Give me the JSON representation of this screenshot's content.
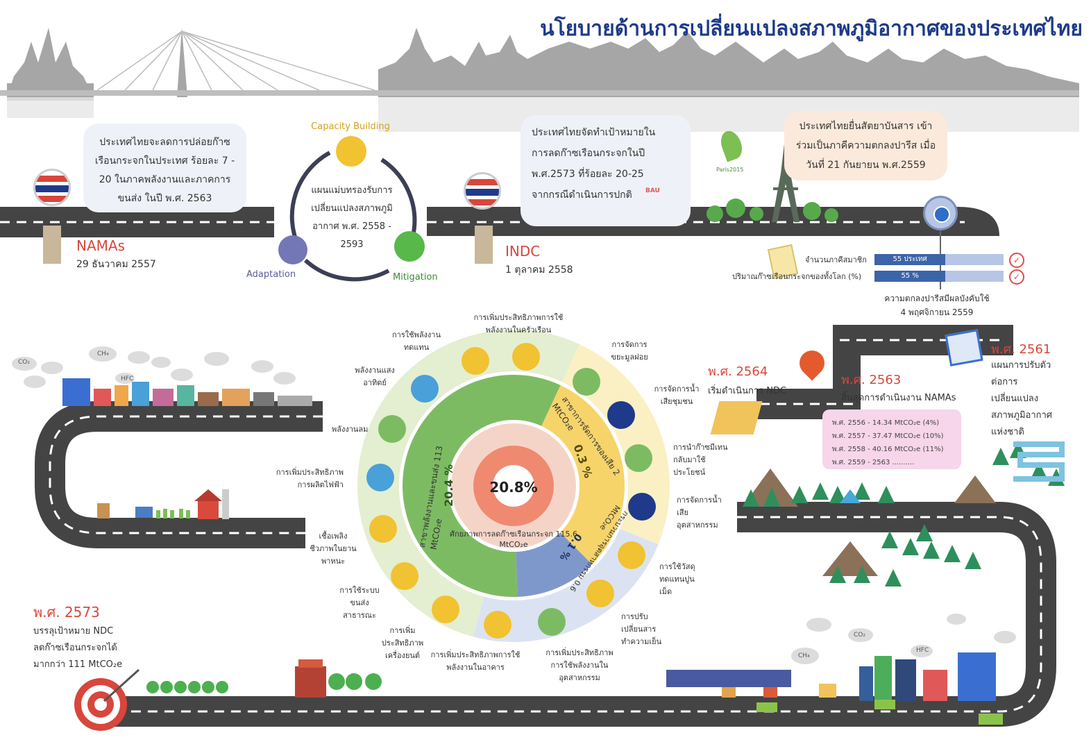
{
  "title": "นโยบายด้านการเปลี่ยนแปลงสภาพภูมิอากาศของประเทศไทย",
  "namas": {
    "bubble": "ประเทศไทยจะลดการปล่อยก๊าซเรือนกระจกในประเทศ ร้อยละ 7 - 20 ในภาคพลังงานและภาคการขนส่ง ในปี พ.ศ. 2563",
    "title": "NAMAs",
    "date": "29 ธันวาคม 2557"
  },
  "plan": {
    "center_text": "แผนแม่บทรองรับการเปลี่ยนแปลงสภาพภูมิอากาศ พ.ศ. 2558 - 2593",
    "capacity": "Capacity Building",
    "adaptation": "Adaptation",
    "mitigation": "Mitigation"
  },
  "indc": {
    "bubble": "ประเทศไทยจัดทำเป้าหมายในการลดก๊าซเรือนกระจกในปี พ.ศ.2573 ที่ร้อยละ 20-25 จากกรณีดำเนินการปกติ",
    "bau_label": "BAU",
    "title": "INDC",
    "date": "1 ตุลาคม 2558"
  },
  "paris": {
    "bubble": "ประเทศไทยยื่นสัตยาบันสาร เข้าร่วมเป็นภาคีความตกลงปารีส เมื่อวันที่ 21 กันยายน พ.ศ.2559",
    "logo_text": "Paris2015",
    "members_label": "จำนวนภาคีสมาชิก",
    "members_bar": "55 ประเทศ",
    "emissions_label": "ปริมาณก๊าซเรือนกระจกของทั้งโลก (%)",
    "emissions_bar": "55 %",
    "members_fill": 0.55,
    "emissions_fill": 0.55,
    "effective": "ความตกลงปารีสมีผลบังคับใช้",
    "effective_date": "4 พฤศจิกายน 2559"
  },
  "y2561": {
    "title": "พ.ศ. 2561",
    "text": "แผนการปรับตัวต่อการเปลี่ยนแปลงสภาพภูมิอากาศแห่งชาติ"
  },
  "y2564": {
    "title": "พ.ศ. 2564",
    "text": "เริ่มดำเนินการ NDC"
  },
  "y2563": {
    "title": "พ.ศ. 2563",
    "text": "สิ้นสุดการดำเนินงาน NAMAs",
    "lines": [
      "พ.ศ. 2556 - 14.34 MtCO₂e (4%)",
      "พ.ศ. 2557 - 37.47 MtCO₂e (10%)",
      "พ.ศ. 2558 - 40.16 MtCO₂e (11%)",
      "พ.ศ. 2559 - 2563 .........."
    ]
  },
  "y2573": {
    "title": "พ.ศ. 2573",
    "text": "บรรลุเป้าหมาย NDC ลดก๊าซเรือนกระจกได้มากกว่า 111 MtCO₂e"
  },
  "donut": {
    "center": "20.8%",
    "ring_text": "ศักยภาพการลดก๊าซเรือนกระจก 115.6 MtCO₂e",
    "energy_pct": "20.4 %",
    "energy_label": "สาขาพลังงานและขนส่ง 113 MtCO₂e",
    "waste_pct": "0.3 %",
    "waste_label": "สาขาการจัดการของเสีย 2 MtCO₂e",
    "industry_pct": "0.1 %",
    "industry_label": "กระบวนการอุตสาหกรรม 0.6 MtCO₂e"
  },
  "labels": {
    "l1": "การเพิ่มประสิทธิภาพการใช้พลังงานในครัวเรือน",
    "l2": "การใช้พลังงานทดแทน",
    "l3": "พลังงานแสงอาทิตย์",
    "l4": "พลังงานลม",
    "l5": "การเพิ่มประสิทธิภาพการผลิตไฟฟ้า",
    "l6": "เชื้อเพลิงชีวภาพในยานพาหนะ",
    "l7": "การใช้ระบบขนส่งสาธารณะ",
    "l8": "การเพิ่มประสิทธิภาพเครื่องยนต์",
    "l9": "การเพิ่มประสิทธิภาพการใช้พลังงานในอาคาร",
    "l10": "การเพิ่มประสิทธิภาพการใช้พลังงานในอุตสาหกรรม",
    "l11": "การจัดการขยะมูลฝอย",
    "l12": "การจัดการน้ำเสียชุมชน",
    "l13": "การนำก๊าซมีเทนกลับมาใช้ประโยชน์",
    "l14": "การจัดการน้ำเสียอุตสาหกรรม",
    "l15": "การใช้วัสดุทดแทนปูนเม็ด",
    "l16": "การปรับเปลี่ยนสารทำความเย็น"
  },
  "gases": {
    "co2": "CO₂",
    "ch4": "CH₄",
    "hfc": "HFC"
  },
  "colors": {
    "road": "#444444",
    "energy": "#7dbb63",
    "waste": "#f6d46a",
    "industry": "#7f98cc",
    "red": "#d9463b",
    "navy": "#1f3a8a"
  }
}
